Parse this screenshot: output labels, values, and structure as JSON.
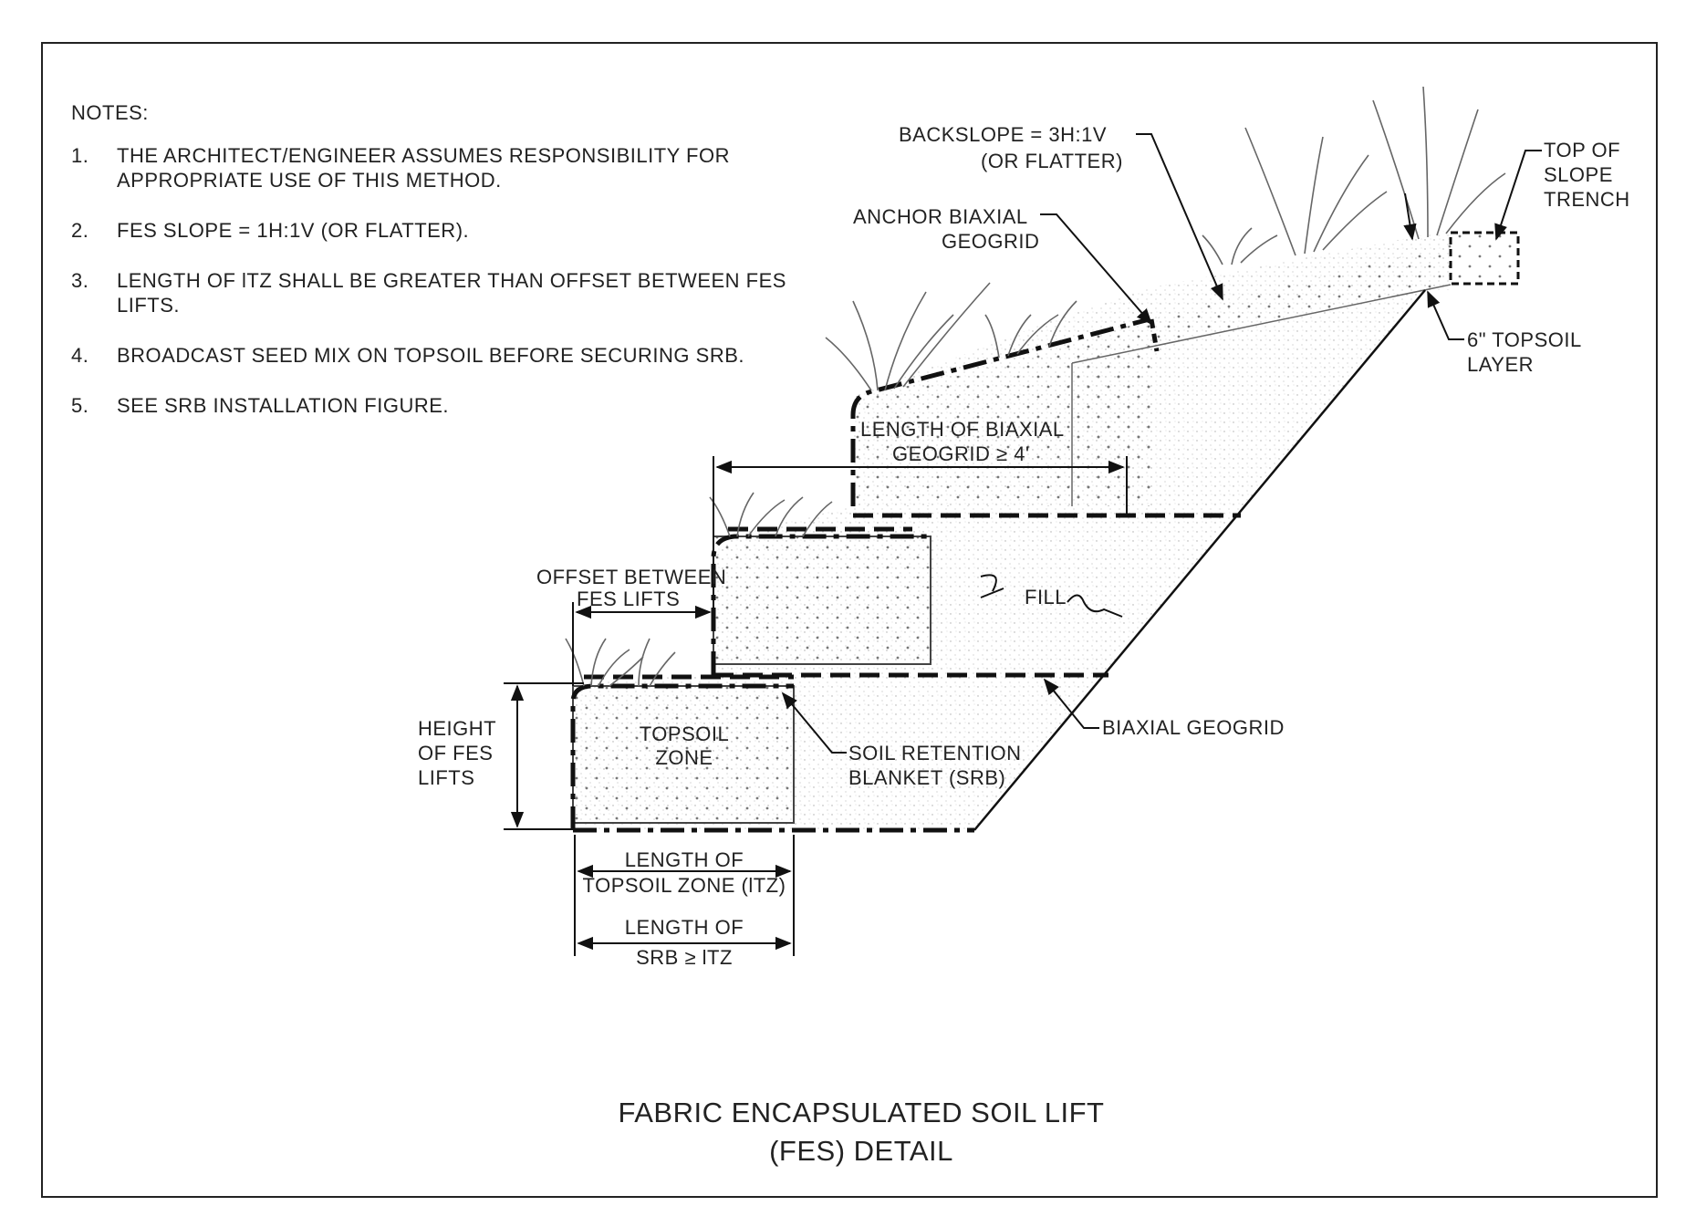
{
  "notes": {
    "heading": "NOTES:",
    "items": [
      {
        "num": "1.",
        "text": "THE ARCHITECT/ENGINEER ASSUMES RESPONSIBILITY FOR APPROPRIATE USE OF THIS METHOD."
      },
      {
        "num": "2.",
        "text": "FES SLOPE = 1H:1V (OR FLATTER)."
      },
      {
        "num": "3.",
        "text": "LENGTH OF lTZ SHALL BE GREATER THAN OFFSET BETWEEN FES LIFTS."
      },
      {
        "num": "4.",
        "text": "BROADCAST SEED MIX ON TOPSOIL BEFORE SECURING SRB."
      },
      {
        "num": "5.",
        "text": "SEE SRB INSTALLATION FIGURE."
      }
    ]
  },
  "labels": {
    "backslope_1": "BACKSLOPE = 3H:1V",
    "backslope_2": "(OR FLATTER)",
    "top_trench_1": "TOP OF",
    "top_trench_2": "SLOPE",
    "top_trench_3": "TRENCH",
    "anchor_1": "ANCHOR BIAXIAL",
    "anchor_2": "GEOGRID",
    "topsoil_layer_1": "6\" TOPSOIL",
    "topsoil_layer_2": "LAYER",
    "geogrid_len_1": "LENGTH OF BIAXIAL",
    "geogrid_len_2": "GEOGRID ≥ 4'",
    "offset_1": "OFFSET BETWEEN",
    "offset_2": "FES LIFTS",
    "fill": "FILL",
    "height_1": "HEIGHT",
    "height_2": "OF FES",
    "height_3": "LIFTS",
    "topsoil_zone_1": "TOPSOIL",
    "topsoil_zone_2": "ZONE",
    "srb_1": "SOIL RETENTION",
    "srb_2": "BLANKET (SRB)",
    "biaxial": "BIAXIAL GEOGRID",
    "len_tz_1": "LENGTH OF",
    "len_tz_2": "TOPSOIL ZONE (lTZ)",
    "len_srb_1": "LENGTH OF",
    "len_srb_2": "SRB ≥ lTZ"
  },
  "title": {
    "line1": "FABRIC ENCAPSULATED SOIL LIFT",
    "line2": "(FES) DETAIL"
  }
}
